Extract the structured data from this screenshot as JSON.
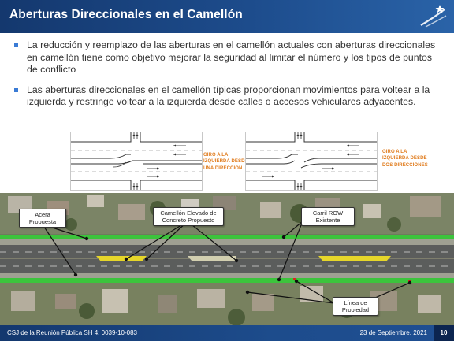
{
  "title": "Aberturas Direccionales en el Camellón",
  "bullets": [
    "La reducción y reemplazo de las aberturas en el camellón actuales con aberturas direccionales en camellón tiene como objetivo mejorar la seguridad al limitar el número y los tipos de puntos de conflicto",
    "Las aberturas direccionales en el camellón típicas proporcionan movimientos para voltear a la izquierda y restringe voltear a la izquierda desde calles o accesos vehiculares adyacentes."
  ],
  "diagrams": [
    {
      "label_lines": [
        "GIRO A LA",
        "IZQUIERDA DESDE",
        "UNA DIRECCIÓN"
      ]
    },
    {
      "label_lines": [
        "GIRO A LA",
        "IZQUIERDA DESDE",
        "DOS DIRECCIONES"
      ]
    }
  ],
  "callouts": {
    "acera": [
      "Acera",
      "Propuesta"
    ],
    "camellon": [
      "Camellón Elevado de",
      "Concreto Propuesto"
    ],
    "carril": [
      "Carril ROW",
      "Existente"
    ],
    "linea": [
      "Línea de",
      "Propiedad"
    ]
  },
  "footer": {
    "left": "CSJ de la Reunión Pública SH 4: 0039-10-083",
    "right": "23 de Septiembre, 2021",
    "page": "10"
  },
  "colors": {
    "title_bar": "#1d4c8c",
    "bullet_text": "#333333",
    "bullet_marker": "#3a7bd5",
    "diagram_label": "#e07b1c",
    "sidewalk_green": "#3cc43c",
    "median_yellow": "#e6d62a"
  },
  "icons": {
    "logo": "txdot-star-logo-icon",
    "bullet": "square-bullet-icon"
  }
}
